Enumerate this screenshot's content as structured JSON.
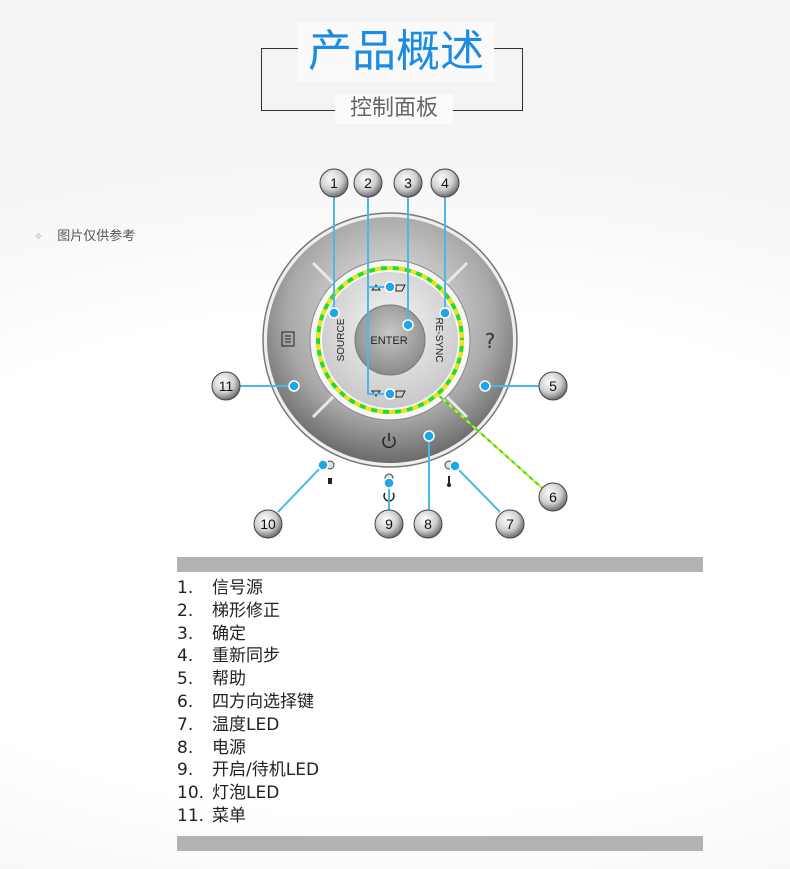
{
  "header": {
    "title": "产品概述",
    "subtitle": "控制面板"
  },
  "note": {
    "icon": "diamond-dots-icon",
    "text": "图片仅供参考"
  },
  "panel": {
    "enter_label": "ENTER",
    "source_label": "SOURCE",
    "resync_label": "RE-SYNC",
    "help_glyph": "?",
    "callouts": [
      "1",
      "2",
      "3",
      "4",
      "5",
      "6",
      "7",
      "8",
      "9",
      "10",
      "11"
    ],
    "colors": {
      "leader": "#4db8e8",
      "ring_green": "#22dd22",
      "ring_yellow": "#f0e020",
      "title": "#1b8ce3"
    }
  },
  "legend": [
    {
      "num": "1.",
      "label": "信号源"
    },
    {
      "num": "2.",
      "label": "梯形修正"
    },
    {
      "num": "3.",
      "label": "确定"
    },
    {
      "num": "4.",
      "label": "重新同步"
    },
    {
      "num": "5.",
      "label": "帮助"
    },
    {
      "num": "6.",
      "label": "四方向选择键"
    },
    {
      "num": "7.",
      "label": "温度LED"
    },
    {
      "num": "8.",
      "label": "电源"
    },
    {
      "num": "9.",
      "label": "开启/待机LED"
    },
    {
      "num": "10.",
      "label": "灯泡LED"
    },
    {
      "num": "11.",
      "label": "菜单"
    }
  ]
}
